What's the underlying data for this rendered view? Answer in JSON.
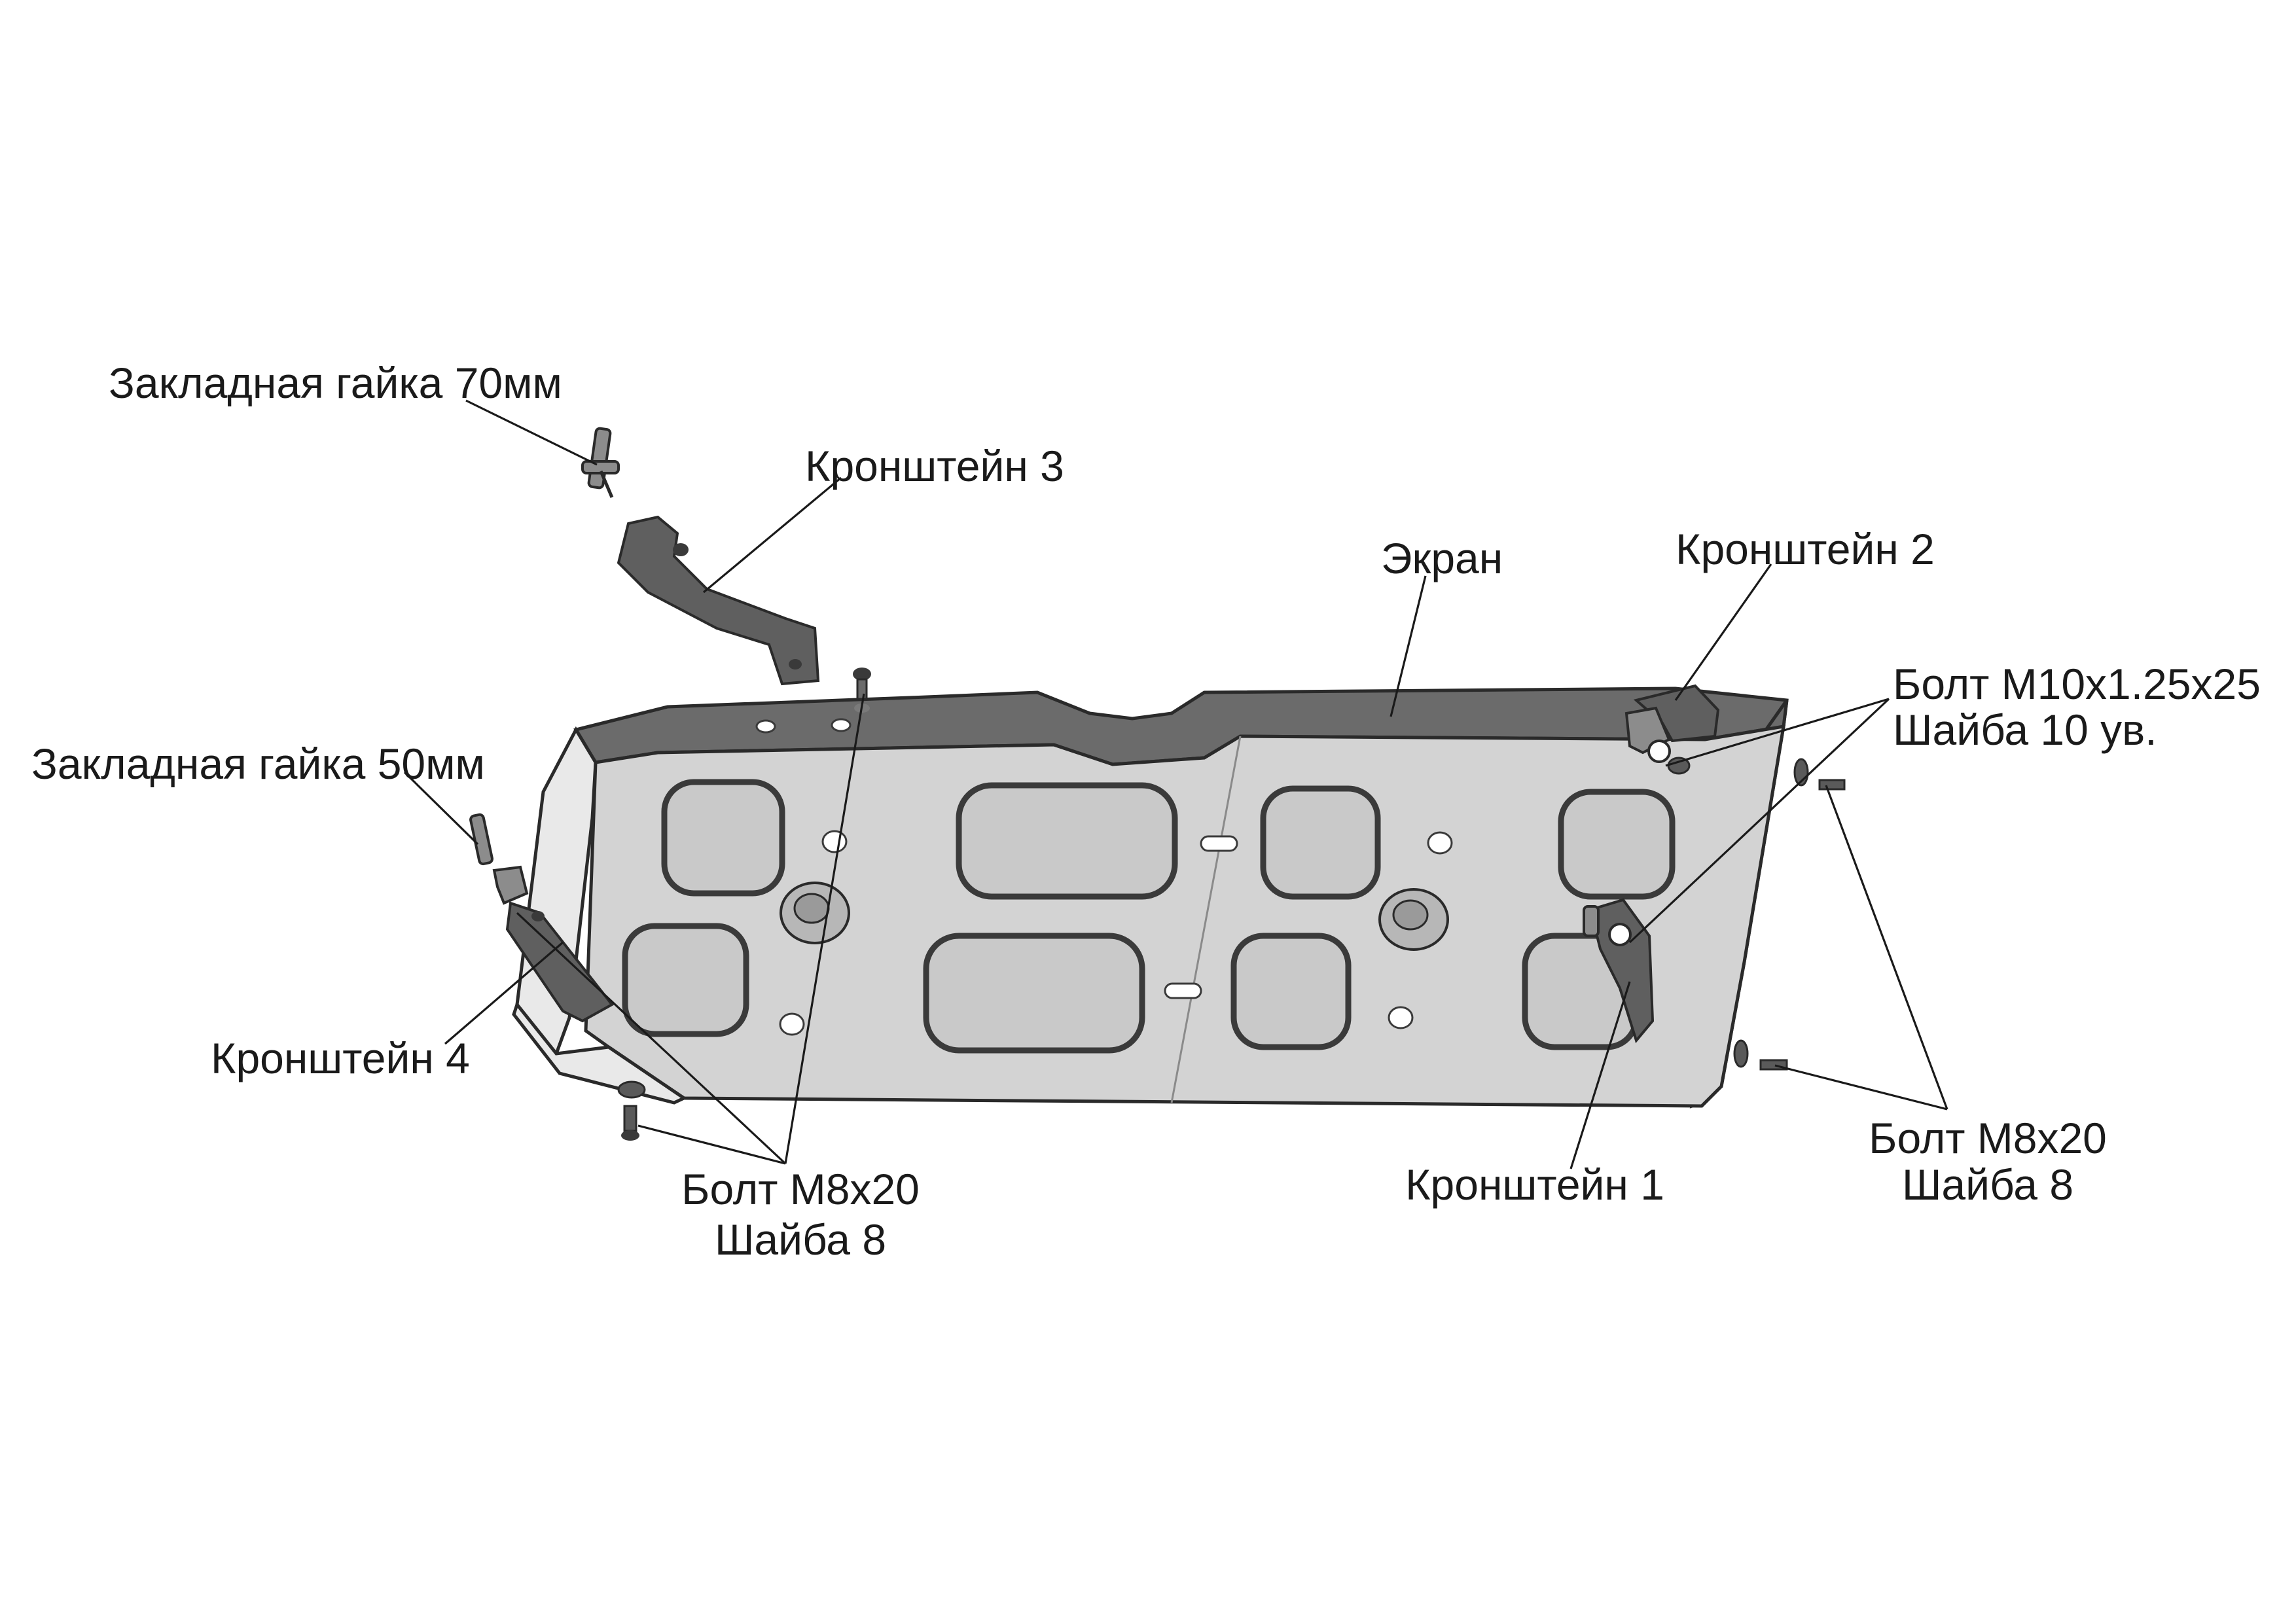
{
  "labels": {
    "nut70": "Закладная гайка 70мм",
    "bracket3": "Кронштейн 3",
    "screen": "Экран",
    "bracket2": "Кронштейн 2",
    "bolt10_line1": "Болт М10х1.25х25",
    "bolt10_line2": "Шайба 10 ув.",
    "nut50": "Закладная гайка 50мм",
    "bracket4": "Кронштейн 4",
    "bolt8_center_line1": "Болт М8х20",
    "bolt8_center_line2": "Шайба 8",
    "bracket1": "Кронштейн 1",
    "bolt8_right_line1": "Болт М8х20",
    "bolt8_right_line2": "Шайба 8"
  }
}
